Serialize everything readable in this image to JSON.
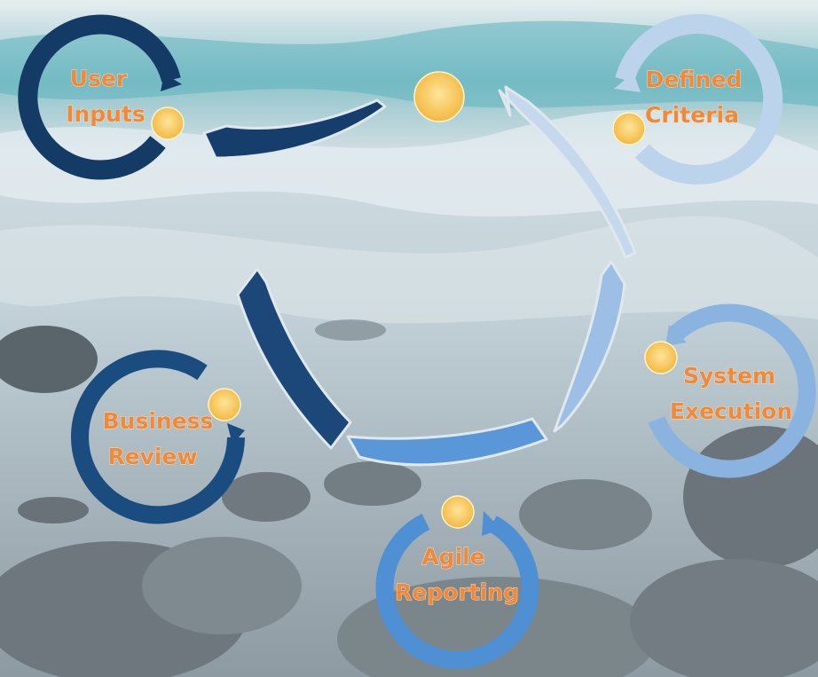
{
  "diagram": {
    "nodes": [
      {
        "id": "user-inputs",
        "lines": [
          "User",
          "Inputs"
        ],
        "color": "#143a66"
      },
      {
        "id": "defined-criteria",
        "lines": [
          "Defined",
          "Criteria"
        ],
        "color": "#bcd3ec"
      },
      {
        "id": "system-execution",
        "lines": [
          "System",
          "Execution"
        ],
        "color": "#8ab3e0"
      },
      {
        "id": "agile-reporting",
        "lines": [
          "Agile",
          "Reporting"
        ],
        "color": "#4f8fd4"
      },
      {
        "id": "business-review",
        "lines": [
          "Business",
          "Review"
        ],
        "color": "#1b4c80"
      }
    ],
    "center_sun_color": "#f6c65a",
    "cycle_colors": {
      "dark_blue": "#153e6c",
      "light_blue": "#c6d8ec",
      "mid_blue": "#9dbfe5",
      "blue": "#5a97d8",
      "navy": "#1b4878"
    }
  }
}
